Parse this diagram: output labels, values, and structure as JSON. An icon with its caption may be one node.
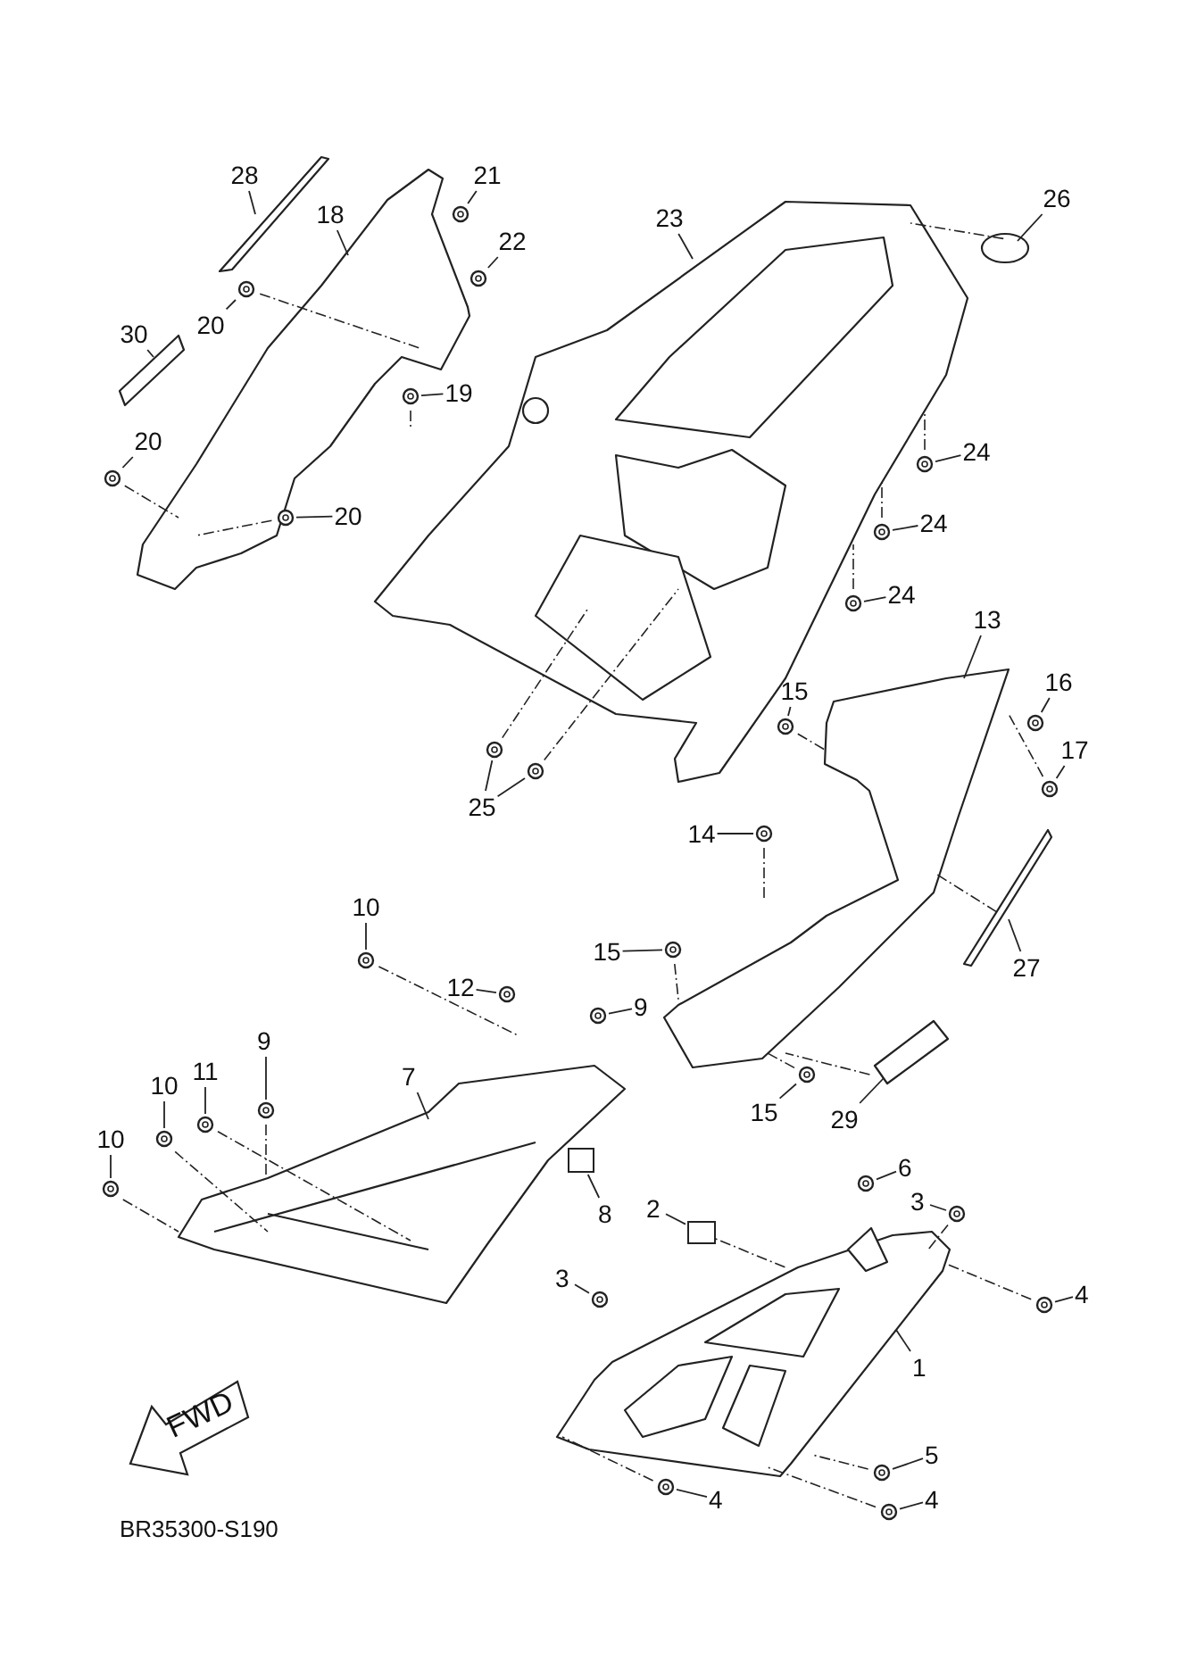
{
  "diagram": {
    "nodes": [
      {
        "text": [
          "28"
        ]
      },
      {
        "text": [
          "21"
        ]
      },
      {
        "text": [
          "18"
        ]
      },
      {
        "text": [
          "23"
        ]
      },
      {
        "text": [
          "26"
        ]
      },
      {
        "text": [
          "22"
        ]
      },
      {
        "text": [
          "20"
        ]
      },
      {
        "text": [
          "30"
        ]
      },
      {
        "text": [
          "19"
        ]
      },
      {
        "text": [
          "20"
        ]
      },
      {
        "text": [
          "24"
        ]
      },
      {
        "text": [
          "20"
        ]
      },
      {
        "text": [
          "24"
        ]
      },
      {
        "text": [
          "24"
        ]
      },
      {
        "text": [
          "13"
        ]
      },
      {
        "text": [
          "15"
        ]
      },
      {
        "text": [
          "16"
        ]
      },
      {
        "text": [
          "17"
        ]
      },
      {
        "text": [
          "25"
        ]
      },
      {
        "text": [
          "14"
        ]
      },
      {
        "text": [
          "10"
        ]
      },
      {
        "text": [
          "15"
        ]
      },
      {
        "text": [
          "27"
        ]
      },
      {
        "text": [
          "12"
        ]
      },
      {
        "text": [
          "9"
        ]
      },
      {
        "text": [
          "9"
        ]
      },
      {
        "text": [
          "11"
        ]
      },
      {
        "text": [
          "7"
        ]
      },
      {
        "text": [
          "10"
        ]
      },
      {
        "text": [
          "15"
        ]
      },
      {
        "text": [
          "29"
        ]
      },
      {
        "text": [
          "10"
        ]
      },
      {
        "text": [
          "6"
        ]
      },
      {
        "text": [
          "3"
        ]
      },
      {
        "text": [
          "2"
        ]
      },
      {
        "text": [
          "8"
        ]
      },
      {
        "text": [
          "3"
        ]
      },
      {
        "text": [
          "4"
        ]
      },
      {
        "text": [
          "1"
        ]
      },
      {
        "text": [
          "FWD"
        ]
      },
      {
        "text": [
          "5"
        ]
      },
      {
        "text": [
          "4"
        ]
      },
      {
        "text": [
          "4"
        ]
      },
      {
        "text": [],
        "shape": "picture"
      },
      {
        "text": [],
        "shape": "picture"
      },
      {
        "text": [],
        "shape": "picture"
      },
      {
        "text": [],
        "shape": "picture"
      },
      {
        "text": [],
        "shape": "picture"
      },
      {
        "text": [],
        "shape": "picture"
      },
      {
        "text": [],
        "shape": "picture"
      },
      {
        "text": [],
        "shape": "picture"
      },
      {
        "text": [],
        "shape": "picture"
      },
      {
        "text": [],
        "shape": "picture"
      },
      {
        "text": [],
        "shape": "picture"
      },
      {
        "text": [],
        "shape": "picture"
      },
      {
        "text": [],
        "shape": "picture"
      },
      {
        "text": [],
        "shape": "picture"
      },
      {
        "text": [],
        "shape": "picture"
      },
      {
        "text": [],
        "shape": "picture"
      },
      {
        "text": [],
        "shape": "picture"
      },
      {
        "text": [],
        "shape": "picture"
      },
      {
        "text": [],
        "shape": "picture"
      },
      {
        "text": [],
        "shape": "picture"
      },
      {
        "text": [],
        "shape": "picture"
      },
      {
        "text": [],
        "shape": "picture"
      },
      {
        "text": [],
        "shape": "picture"
      },
      {
        "text": [],
        "shape": "picture"
      },
      {
        "text": [],
        "shape": "picture"
      },
      {
        "text": [],
        "shape": "picture"
      },
      {
        "text": [],
        "shape": "picture"
      },
      {
        "text": [],
        "shape": "picture"
      },
      {
        "text": [],
        "shape": "picture"
      },
      {
        "text": [],
        "shape": "picture"
      },
      {
        "text": [],
        "shape": "picture"
      },
      {
        "text": [],
        "shape": "box"
      },
      {
        "text": [],
        "shape": "box"
      }
    ],
    "edges": [
      {
        "from": 0,
        "to": null,
        "arrow": "none"
      },
      {
        "from": 1,
        "to": 43,
        "arrow": "none"
      },
      {
        "from": 2,
        "to": null,
        "arrow": "none"
      },
      {
        "from": 3,
        "to": null,
        "arrow": "none"
      },
      {
        "from": 4,
        "to": null,
        "arrow": "none"
      },
      {
        "from": 5,
        "to": 44,
        "arrow": "none"
      },
      {
        "from": 6,
        "to": 45,
        "arrow": "none"
      },
      {
        "from": 7,
        "to": null,
        "arrow": "none"
      },
      {
        "from": 8,
        "to": 46,
        "arrow": "none"
      },
      {
        "from": 9,
        "to": 47,
        "arrow": "none"
      },
      {
        "from": 10,
        "to": 48,
        "arrow": "none"
      },
      {
        "from": 11,
        "to": 49,
        "arrow": "none"
      },
      {
        "from": 12,
        "to": 50,
        "arrow": "none"
      },
      {
        "from": 13,
        "to": 51,
        "arrow": "none"
      },
      {
        "from": 14,
        "to": null,
        "arrow": "none"
      },
      {
        "from": 15,
        "to": 52,
        "arrow": "none"
      },
      {
        "from": 16,
        "to": 53,
        "arrow": "none"
      },
      {
        "from": 17,
        "to": 54,
        "arrow": "none"
      },
      {
        "from": 18,
        "to": 55,
        "arrow": "none"
      },
      {
        "from": 18,
        "to": 56,
        "arrow": "none"
      },
      {
        "from": 19,
        "to": 57,
        "arrow": "none"
      },
      {
        "from": 20,
        "to": 58,
        "arrow": "none"
      },
      {
        "from": 21,
        "to": 59,
        "arrow": "none"
      },
      {
        "from": 22,
        "to": null,
        "arrow": "none"
      },
      {
        "from": 23,
        "to": 60,
        "arrow": "none"
      },
      {
        "from": 24,
        "to": 61,
        "arrow": "none"
      },
      {
        "from": 25,
        "to": 62,
        "arrow": "none"
      },
      {
        "from": 26,
        "to": 63,
        "arrow": "none"
      },
      {
        "from": 27,
        "to": null,
        "arrow": "none"
      },
      {
        "from": 28,
        "to": 64,
        "arrow": "none"
      },
      {
        "from": 29,
        "to": 65,
        "arrow": "none"
      },
      {
        "from": 30,
        "to": null,
        "arrow": "none"
      },
      {
        "from": 31,
        "to": 66,
        "arrow": "none"
      },
      {
        "from": 32,
        "to": 67,
        "arrow": "none"
      },
      {
        "from": 33,
        "to": 68,
        "arrow": "none"
      },
      {
        "from": 34,
        "to": 74,
        "arrow": "none"
      },
      {
        "from": 35,
        "to": 75,
        "arrow": "none"
      },
      {
        "from": 36,
        "to": 69,
        "arrow": "none"
      },
      {
        "from": 37,
        "to": 70,
        "arrow": "none"
      },
      {
        "from": 38,
        "to": null,
        "arrow": "none"
      },
      {
        "from": 40,
        "to": 71,
        "arrow": "none"
      },
      {
        "from": 41,
        "to": 72,
        "arrow": "none"
      },
      {
        "from": 42,
        "to": 73,
        "arrow": "none"
      }
    ],
    "labels": [
      "BR35300-S190"
    ]
  }
}
